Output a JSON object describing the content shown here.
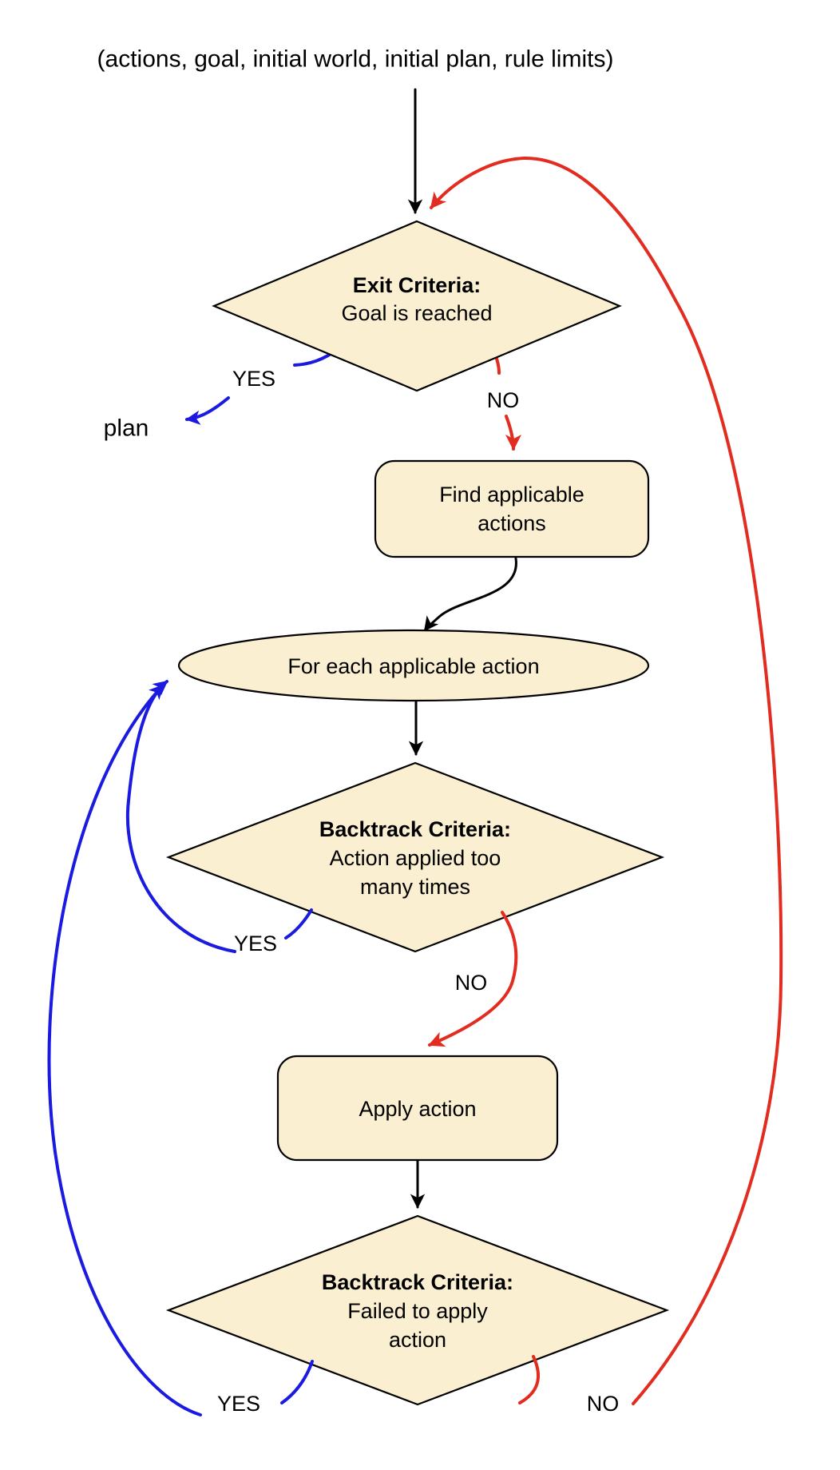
{
  "diagram": {
    "title_hint": "backtracking planner flowchart",
    "input_label": "(actions, goal, initial world, initial plan, rule limits)",
    "output_label": "plan",
    "colors": {
      "node_fill": "#FAEFD0",
      "node_stroke": "#000000",
      "flow_arrow": "#000000",
      "yes_arrow": "#1A1AE0",
      "no_arrow": "#E22C20",
      "background": "#FFFFFF"
    },
    "nodes": {
      "exit_criteria": {
        "type": "decision",
        "lines": [
          "Exit Criteria:",
          "Goal is reached"
        ]
      },
      "find_actions": {
        "type": "process",
        "lines": [
          "Find applicable",
          "actions"
        ]
      },
      "for_each": {
        "type": "loop",
        "lines": [
          "For each applicable action"
        ]
      },
      "backtrack_too_many": {
        "type": "decision",
        "lines": [
          "Backtrack Criteria:",
          "Action applied too",
          "many times"
        ]
      },
      "apply_action": {
        "type": "process",
        "lines": [
          "Apply action"
        ]
      },
      "backtrack_failed": {
        "type": "decision",
        "lines": [
          "Backtrack Criteria:",
          "Failed to apply",
          "action"
        ]
      }
    },
    "edge_labels": {
      "exit_yes": "YES",
      "exit_no": "NO",
      "too_many_yes": "YES",
      "too_many_no": "NO",
      "failed_yes": "YES",
      "failed_no": "NO"
    },
    "edges": [
      {
        "from": "input",
        "to": "exit_criteria",
        "label": "",
        "color": "black"
      },
      {
        "from": "exit_criteria",
        "to": "plan",
        "label": "YES",
        "color": "blue"
      },
      {
        "from": "exit_criteria",
        "to": "find_actions",
        "label": "NO",
        "color": "red"
      },
      {
        "from": "find_actions",
        "to": "for_each",
        "label": "",
        "color": "black"
      },
      {
        "from": "for_each",
        "to": "backtrack_too_many",
        "label": "",
        "color": "black"
      },
      {
        "from": "backtrack_too_many",
        "to": "for_each",
        "label": "YES",
        "color": "blue"
      },
      {
        "from": "backtrack_too_many",
        "to": "apply_action",
        "label": "NO",
        "color": "red"
      },
      {
        "from": "apply_action",
        "to": "backtrack_failed",
        "label": "",
        "color": "black"
      },
      {
        "from": "backtrack_failed",
        "to": "for_each",
        "label": "YES",
        "color": "blue"
      },
      {
        "from": "backtrack_failed",
        "to": "exit_criteria",
        "label": "NO",
        "color": "red"
      }
    ]
  }
}
